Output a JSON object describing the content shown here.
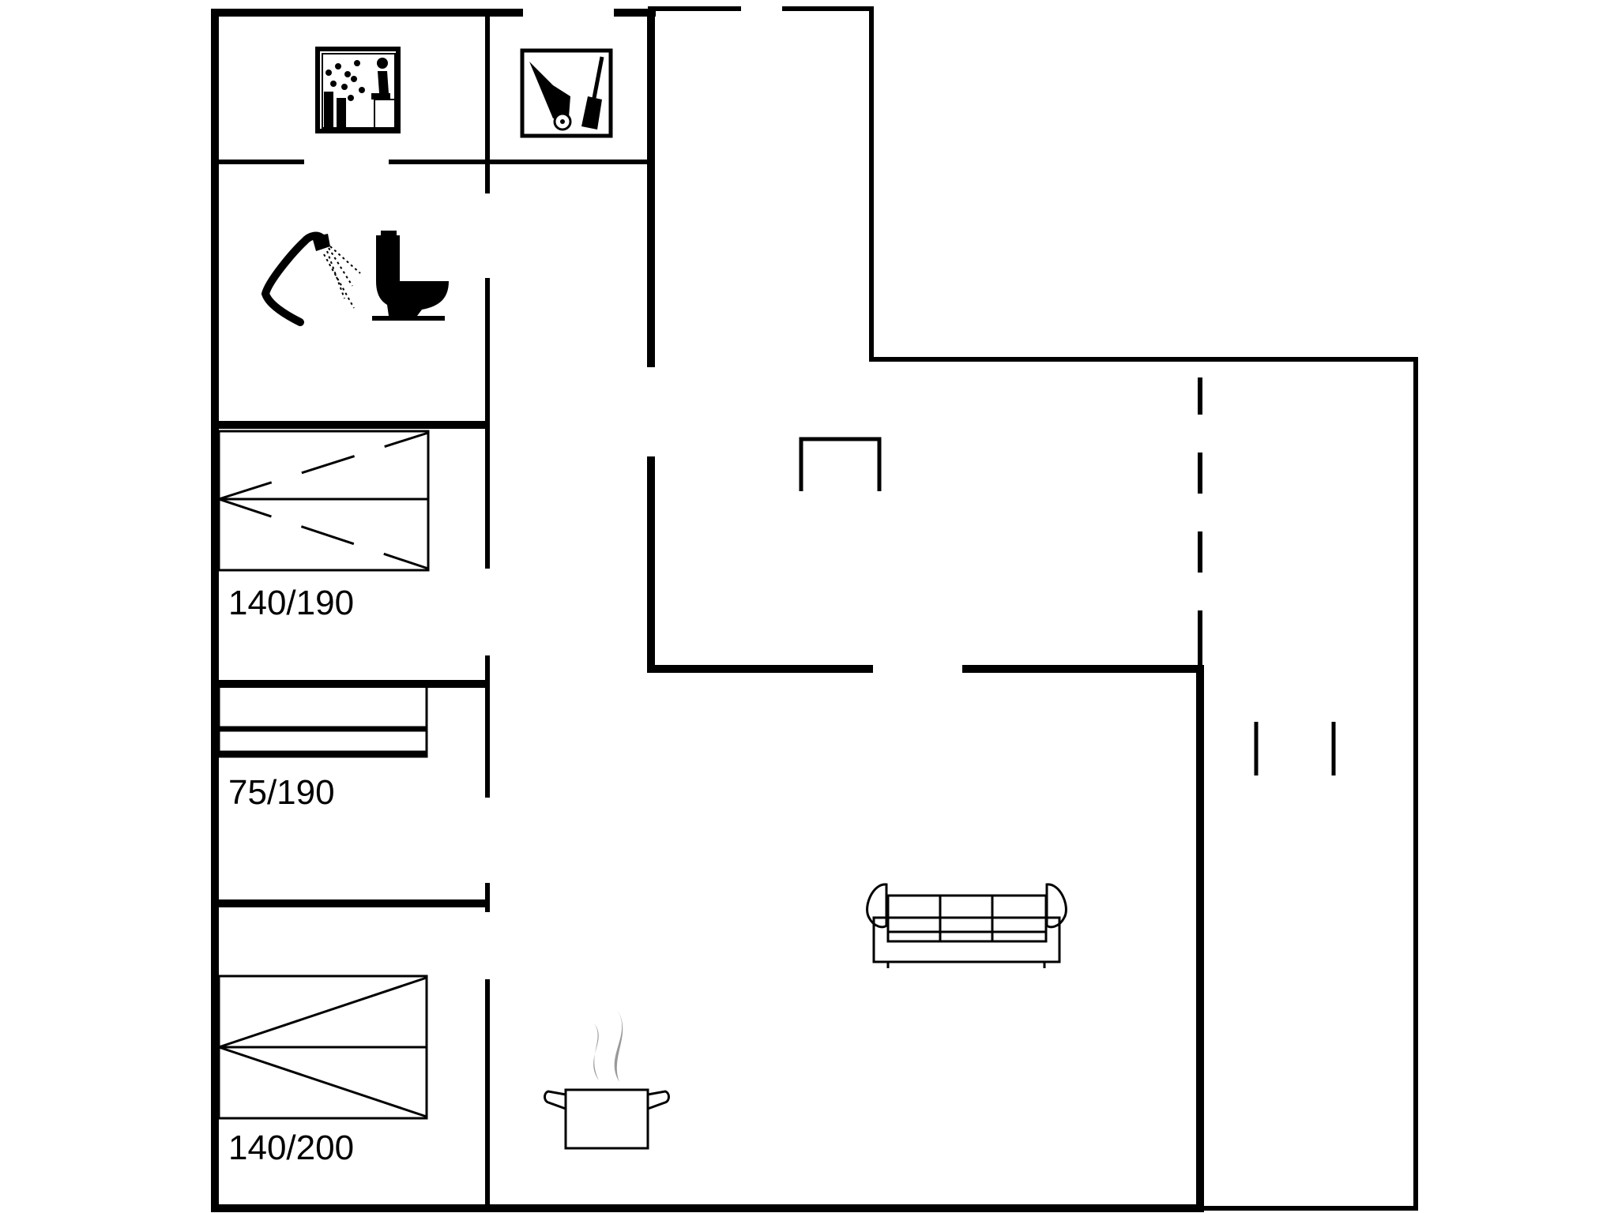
{
  "bed_labels": {
    "bed1": "140/190",
    "bed2": "75/190",
    "bed3": "140/200"
  },
  "icons": [
    "sauna-icon",
    "utility-room-icon",
    "shower-icon",
    "toilet-icon",
    "bed-icon",
    "stairs-icon",
    "sofa-icon",
    "cooking-pot-icon",
    "window-mark-icon"
  ]
}
